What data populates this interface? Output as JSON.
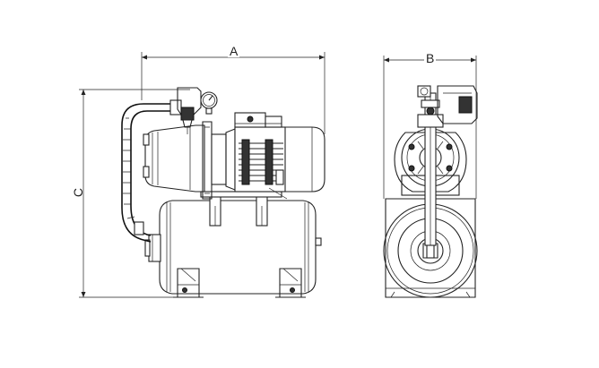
{
  "dimensions": {
    "a": "A",
    "b": "B",
    "c": "C"
  }
}
